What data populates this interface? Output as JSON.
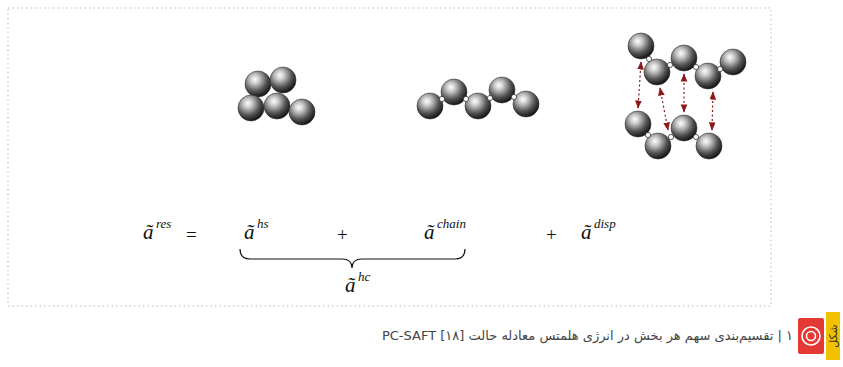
{
  "diagram": {
    "caption": "۱ | تقسیم‌بندی سهم هر بخش در انرژی هلمتس معادله حالت PC-SAFT [۱۸]",
    "labels": [
      "ã",
      "res",
      "=",
      "ã",
      "hs",
      "+",
      "ã",
      "chain",
      "+",
      "ã",
      "disp",
      "ã",
      "hc",
      "شکل"
    ]
  }
}
